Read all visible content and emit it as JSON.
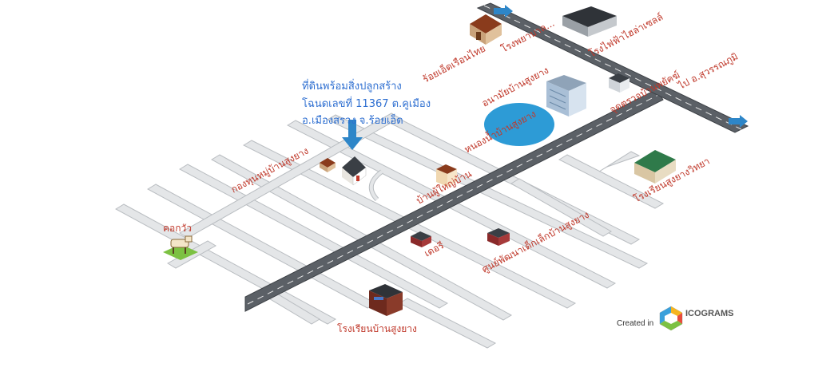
{
  "callout": {
    "line1": "ที่ดินพร้อมสิ่งปลูกสร้าง",
    "line2": "โฉนดเลขที่ 11367 ต.คูเมือง",
    "line3": "อ.เมืองสรวง จ.ร้อยเอ็ด"
  },
  "labels": {
    "roiet_branch": "ร้อยเอ็ดเรือนไทย",
    "rp_top": "โรงพยาบาล...",
    "electric": "โรงไฟฟ้าไฮล่าเซลล์",
    "to_suwannaphum": "ไป อ.สุวรรณภูมิ",
    "checkpoint": "จุดตรวจบ้านพยัคฆ์",
    "health_station": "อนามัยบ้านสูงยาง",
    "pond": "หนองน้ำบ้านสูงยาง",
    "village_fund": "กองทุนหมู่บ้านสูงยาง",
    "village_head": "บ้านผู้ใหญ่บ้าน",
    "school_right": "โรงเรียนสูงยางวิทยา",
    "child_center": "ศูนย์พัฒนาเด็กเล็กบ้านสูงยาง",
    "temple": "เดอรี",
    "cattle_farm": "คอกวัว",
    "school_bottom": "โรงเรียนบ้านสูงยาง"
  },
  "footer": {
    "created_in": "Created in",
    "brand": "ICOGRAMS"
  },
  "colors": {
    "road_main": "#555a60",
    "road_side": "#d6d9dc",
    "label_red": "#c0392b",
    "label_blue": "#2e6fd1",
    "pond": "#2d9bd6",
    "arrow": "#2e86c8"
  }
}
